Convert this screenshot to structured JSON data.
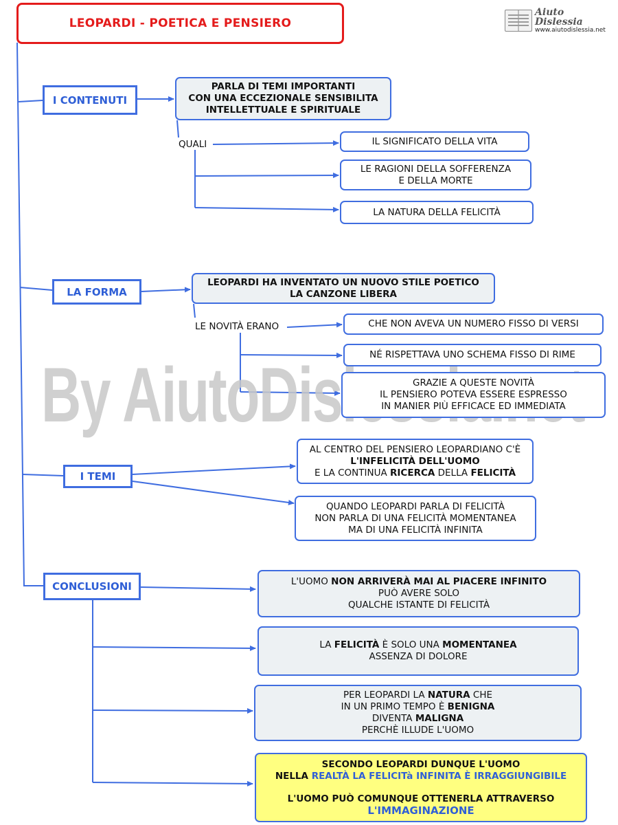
{
  "title": "LEOPARDI -  POETICA E PENSIERO",
  "logo": {
    "brand": "Aiuto Dislessia",
    "url": "www.aiutodislessia.net"
  },
  "watermark": "By AiutoDislessia.net",
  "categories": {
    "contenuti": "I CONTENUTI",
    "forma": "LA FORMA",
    "temi": "I TEMI",
    "conclusioni": "CONCLUSIONI"
  },
  "contenuti": {
    "main": [
      "PARLA DI TEMI IMPORTANTI",
      "CON UNA ECCEZIONALE SENSIBILITA",
      "INTELLETTUALE E SPIRITUALE"
    ],
    "connector": "QUALI",
    "items": [
      [
        "IL SIGNIFICATO DELLA VITA"
      ],
      [
        "LE RAGIONI DELLA SOFFERENZA",
        "E DELLA MORTE"
      ],
      [
        "LA NATURA DELLA FELICITÀ"
      ]
    ]
  },
  "forma": {
    "main": [
      "LEOPARDI HA INVENTATO UN NUOVO STILE POETICO",
      "LA  CANZONE LIBERA"
    ],
    "connector": "LE NOVITÀ ERANO",
    "items": [
      [
        "CHE NON AVEVA UN NUMERO FISSO DI VERSI"
      ],
      [
        "NÉ  RISPETTAVA UNO SCHEMA FISSO DI RIME"
      ],
      [
        "GRAZIE A QUESTE NOVITÀ",
        "IL PENSIERO POTEVA ESSERE ESPRESSO",
        "IN MANIER PIÙ EFFICACE ED IMMEDIATA"
      ]
    ]
  },
  "temi": {
    "box1": {
      "l1": "AL CENTRO DEL PENSIERO LEOPARDIANO C'È",
      "l2": "L'INFELICITÀ DELL'UOMO",
      "l3a": "E LA CONTINUA ",
      "l3b": "RICERCA",
      "l3c": " DELLA ",
      "l3d": "FELICITÀ"
    },
    "box2": [
      "QUANDO LEOPARDI PARLA DI FELICITÀ",
      "NON PARLA DI UNA FELICITÀ MOMENTANEA",
      "MA DI UNA FELICITÀ INFINITA"
    ]
  },
  "conclusioni": {
    "box1": {
      "l1a": "L'UOMO ",
      "l1b": "NON ARRIVERÀ MAI AL PIACERE INFINITO",
      "l2": "PUÒ AVERE SOLO",
      "l3": "QUALCHE ISTANTE DI FELICITÀ"
    },
    "box2": {
      "l1a": "LA ",
      "l1b": "FELICITÀ",
      "l1c": " È SOLO UNA ",
      "l1d": "MOMENTANEA",
      "l2": "ASSENZA DI DOLORE"
    },
    "box3": {
      "l1a": "PER LEOPARDI LA ",
      "l1b": "NATURA",
      "l1c": " CHE",
      "l2a": "IN UN PRIMO TEMPO È ",
      "l2b": "BENIGNA",
      "l3a": "DIVENTA ",
      "l3b": "MALIGNA",
      "l4": "PERCHÈ ILLUDE L'UOMO"
    },
    "box4": {
      "l1": "SECONDO LEOPARDI DUNQUE L'UOMO",
      "l2a": "NELLA ",
      "l2b": "REALTÀ LA FELICITà INFINITA È IRRAGGIUNGIBILE",
      "l3": "L'UOMO PUÒ COMUNQUE OTTENERLA  ATTRAVERSO",
      "l4": "L'IMMAGINAZIONE"
    }
  },
  "colors": {
    "title": "#e41b1b",
    "accent": "#3f6de0",
    "category_text": "#2f5fd6",
    "box_shade": "#edf1f3",
    "highlight": "#ffff80"
  }
}
